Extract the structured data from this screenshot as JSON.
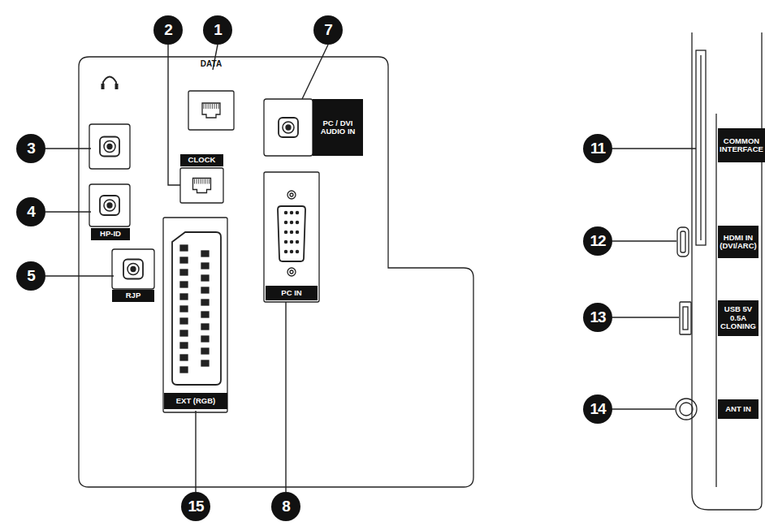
{
  "diagram": {
    "nodes": [
      {
        "text": [
          "CLOCK"
        ]
      },
      {
        "text": [
          "PC / DVI AUDIO IN"
        ]
      },
      {
        "text": [
          "HP-ID"
        ]
      },
      {
        "text": [
          "RJP"
        ]
      },
      {
        "text": [
          "PC IN"
        ]
      },
      {
        "text": [
          "EXT (RGB)"
        ]
      },
      {
        "text": [
          "COMMON INTERFACE"
        ]
      },
      {
        "text": [
          "HDMI IN (DVI/ARC)"
        ]
      },
      {
        "text": [
          "USB 5V 0.5A CLONING"
        ]
      },
      {
        "text": [
          "ANT IN"
        ]
      }
    ],
    "labels": [
      "2",
      "1",
      "7",
      "DATA",
      "3",
      "4",
      "5",
      "15",
      "8",
      "11",
      "12",
      "13",
      "14"
    ]
  }
}
